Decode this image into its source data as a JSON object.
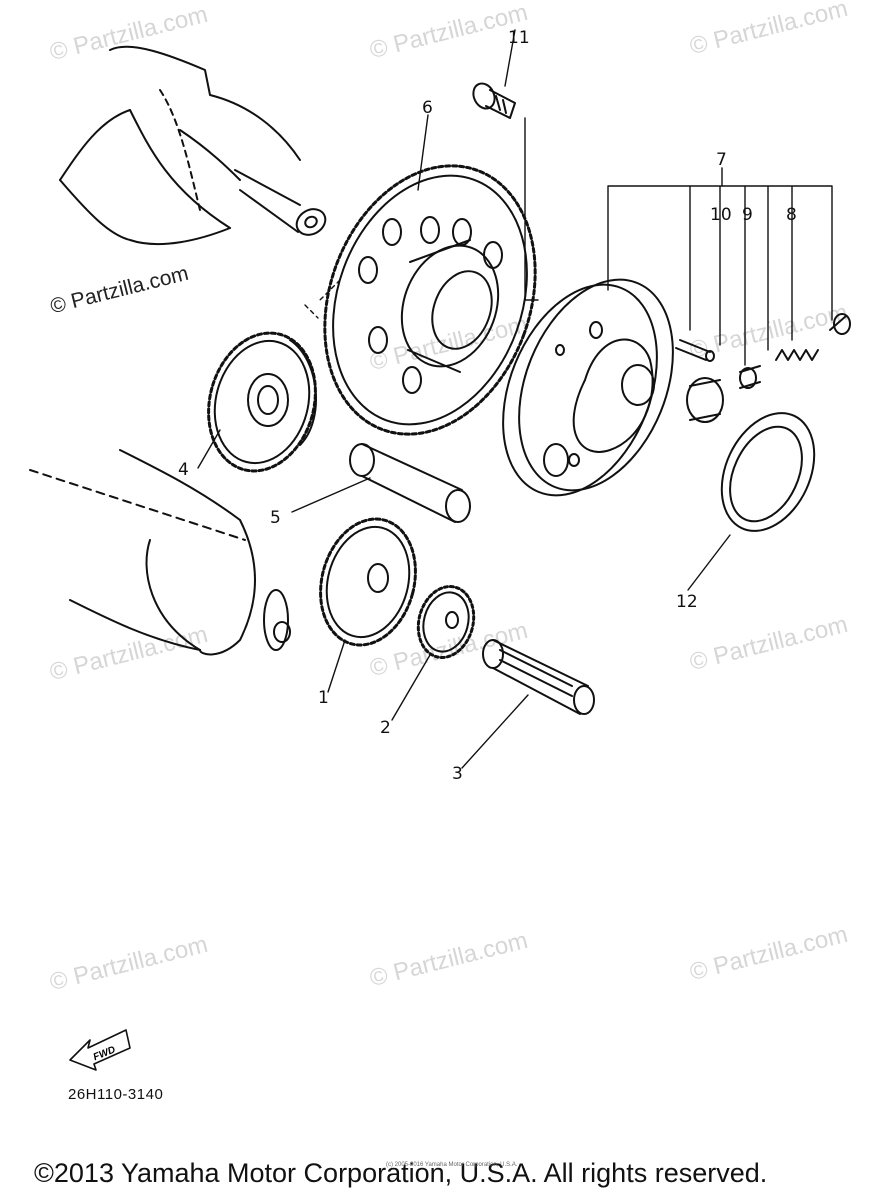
{
  "watermark_text": "© Partzilla.com",
  "side_watermark": "© Partzilla.com",
  "callouts": {
    "c1": "1",
    "c2": "2",
    "c3": "3",
    "c4": "4",
    "c5": "5",
    "c6": "6",
    "c7": "7",
    "c8": "8",
    "c9": "9",
    "c10": "10",
    "c11": "11",
    "c12": "12"
  },
  "fwd_label": "FWD",
  "part_code": "26H110-3140",
  "tiny_copyright": "(c) 2005-2016 Yamaha Motor Corporation, U.S.A.",
  "copyright": "©2013 Yamaha Motor Corporation, U.S.A. All rights reserved."
}
